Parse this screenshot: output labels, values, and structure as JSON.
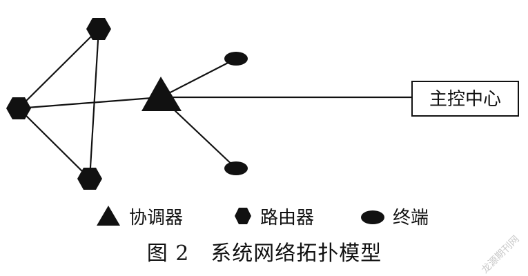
{
  "diagram": {
    "box_label": "主控中心",
    "legend": {
      "coordinator": "协调器",
      "router": "路由器",
      "terminal": "终端"
    },
    "caption": "图 2　系统网络拓扑模型",
    "watermark": "龙源期刊网"
  },
  "colors": {
    "ink": "#111111",
    "background": "#ffffff",
    "watermark": "#c9c9c9"
  },
  "icons": {
    "coordinator": "triangle-icon",
    "router": "hexagon-icon",
    "terminal": "ellipse-icon"
  }
}
